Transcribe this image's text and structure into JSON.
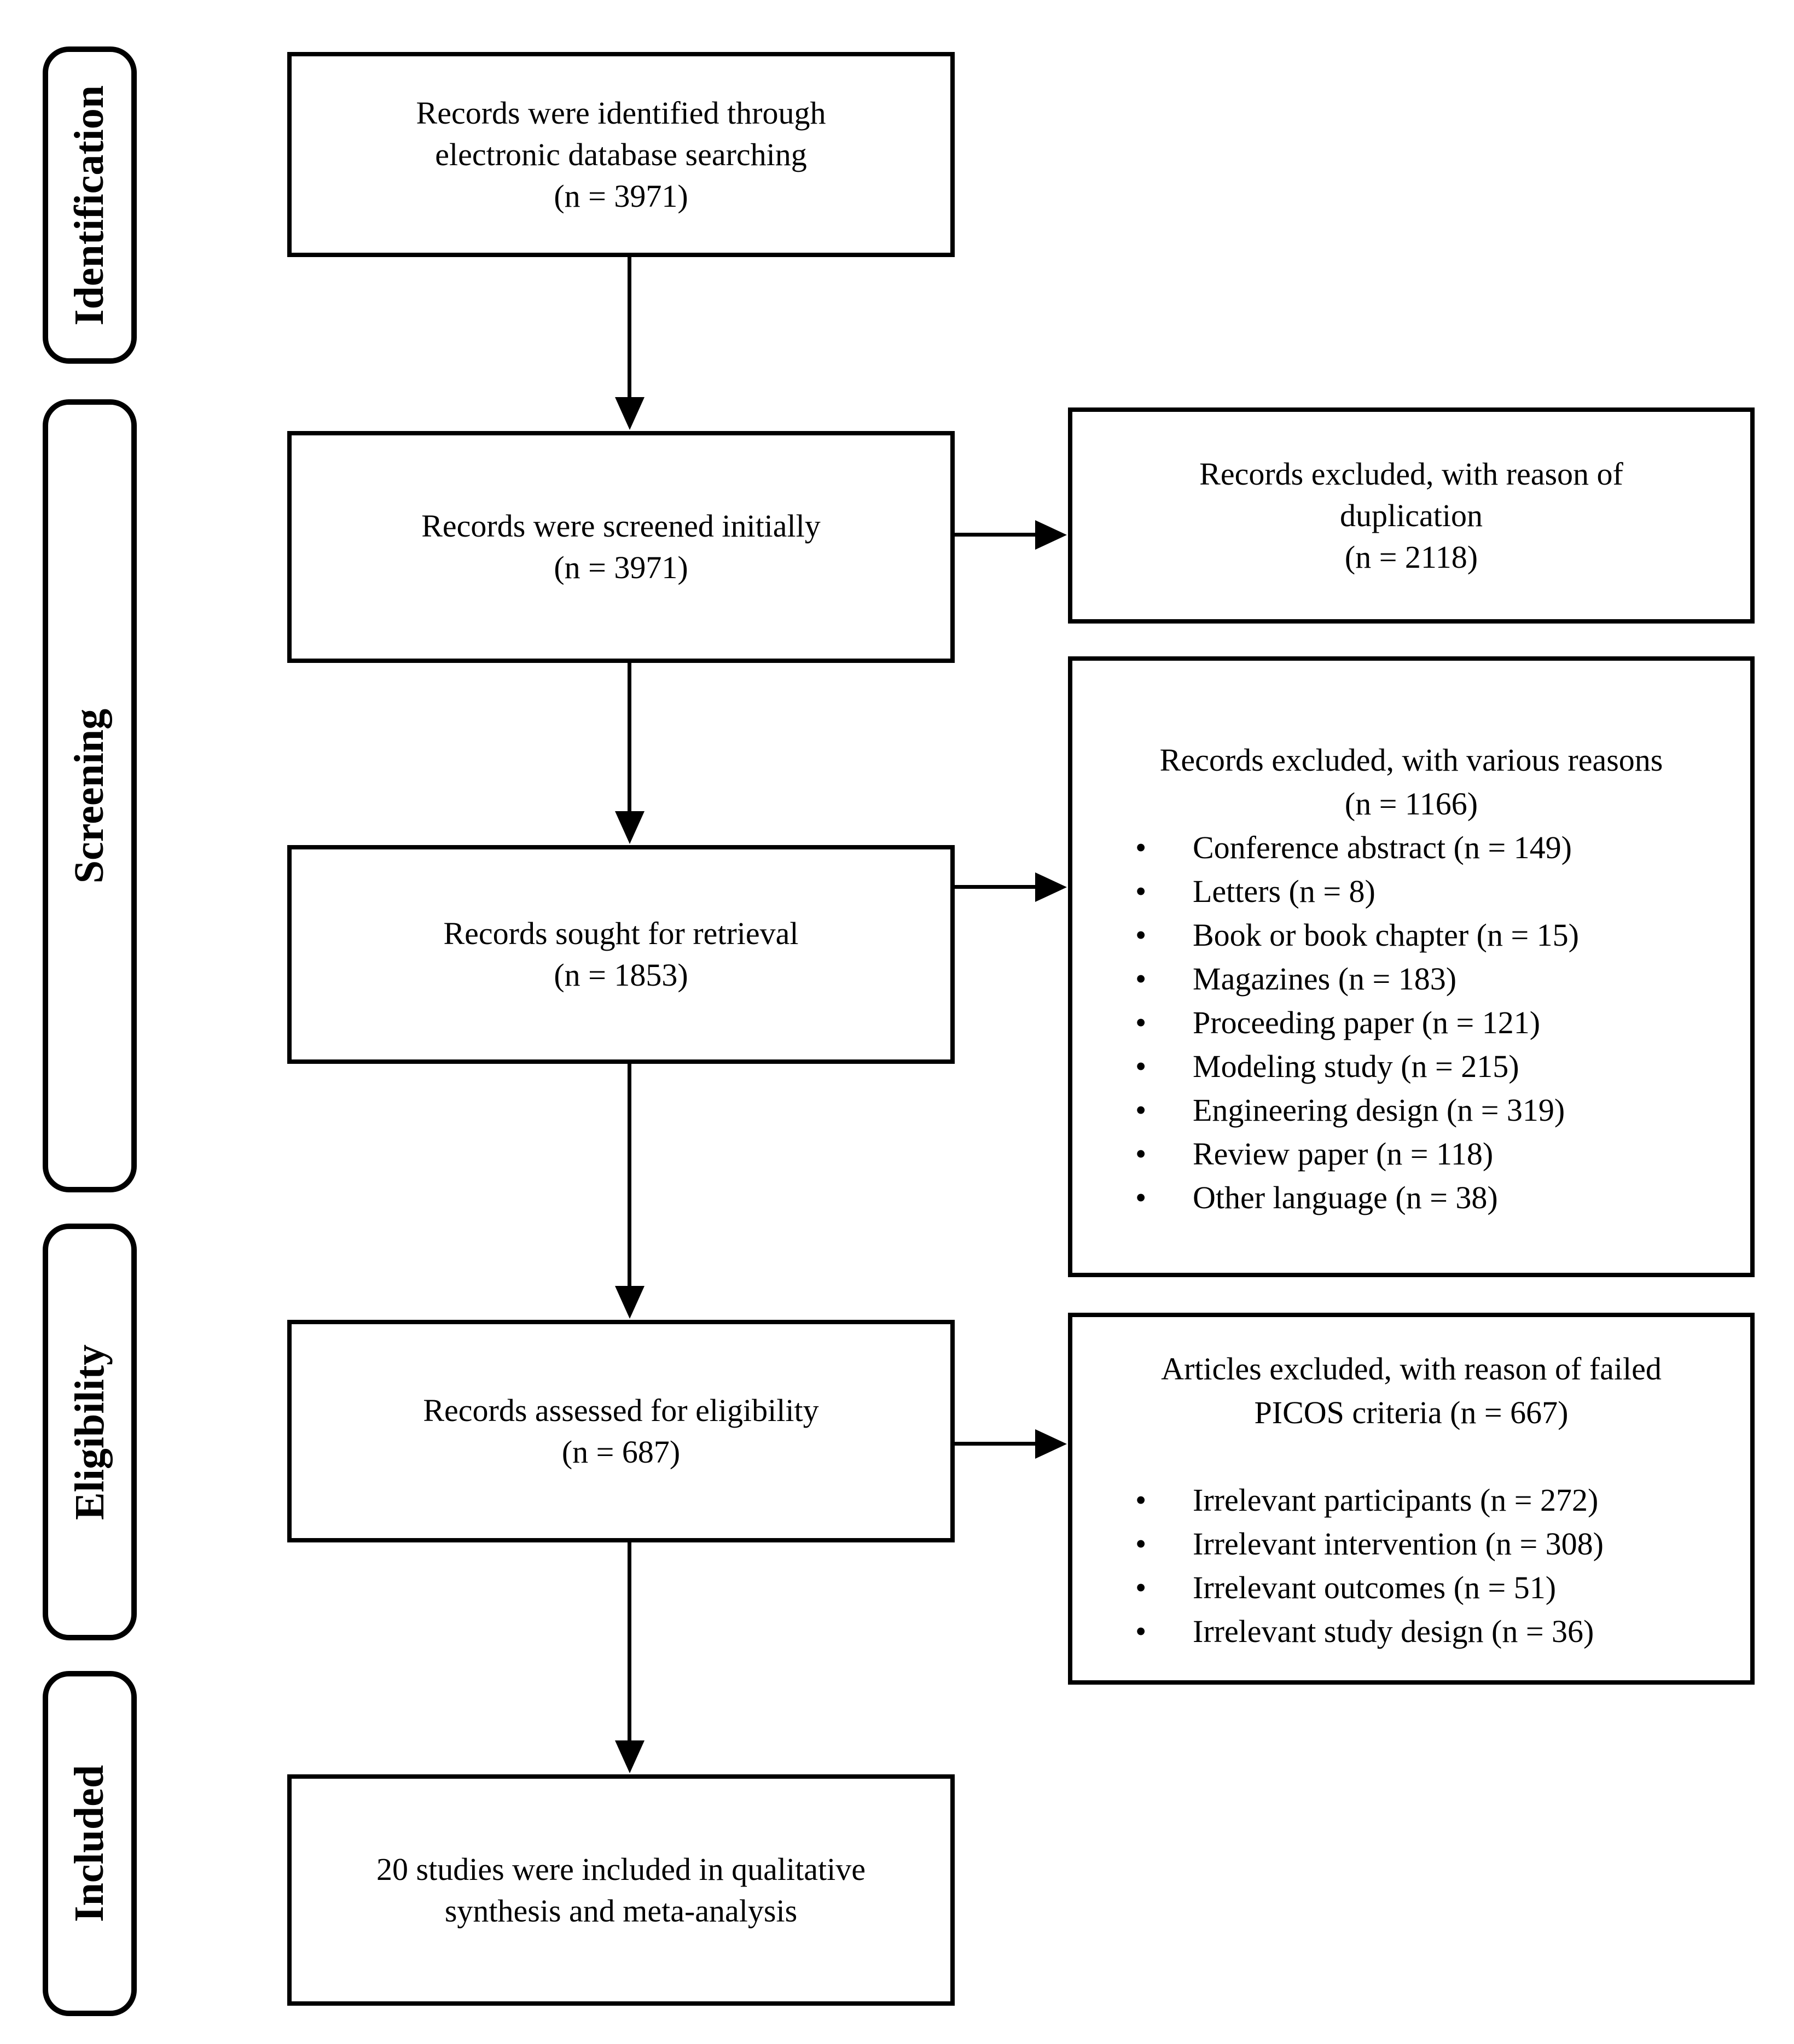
{
  "sidebar": {
    "stages": {
      "identification": "Identification",
      "screening": "Screening",
      "eligibility": "Eligibility",
      "included": "Included"
    }
  },
  "main_boxes": [
    {
      "line1": "Records were identified through",
      "line2": "electronic database searching",
      "count": "(n = 3971)"
    },
    {
      "line1": "Records were screened initially",
      "count": "(n = 3971)"
    },
    {
      "line1": "Records sought for retrieval",
      "count": "(n = 1853)"
    },
    {
      "line1": "Records assessed for eligibility",
      "count": "(n = 687)"
    },
    {
      "line1": "20 studies were included in qualitative",
      "line2": "synthesis and meta-analysis"
    }
  ],
  "exclusion_boxes": [
    {
      "line1": "Records excluded, with reason of",
      "line2": "duplication",
      "count": "(n = 2118)"
    },
    {
      "header1": "Records excluded, with various reasons",
      "header2": "(n = 1166)",
      "items": [
        "Conference abstract (n = 149)",
        "Letters (n = 8)",
        "Book or book chapter (n = 15)",
        "Magazines (n = 183)",
        "Proceeding paper (n = 121)",
        "Modeling study (n = 215)",
        "Engineering design (n = 319)",
        "Review paper (n = 118)",
        "Other language (n = 38)"
      ]
    },
    {
      "header1": "Articles excluded, with reason of failed",
      "header2": "PICOS criteria (n = 667)",
      "items": [
        "Irrelevant participants (n = 272)",
        "Irrelevant intervention (n = 308)",
        "Irrelevant outcomes (n = 51)",
        "Irrelevant study design (n = 36)"
      ]
    }
  ],
  "colors": {
    "ink": "#000000",
    "background": "#ffffff"
  }
}
